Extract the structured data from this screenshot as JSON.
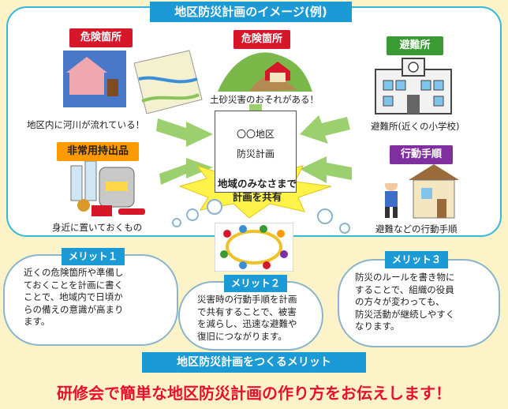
{
  "title": "地区防災計画のイメージ(例)",
  "center_doc": {
    "line1": "〇〇地区",
    "line2": "防災計画"
  },
  "share_banner": {
    "line1": "地域のみなさまで",
    "line2": "計画を共有"
  },
  "items": {
    "river": {
      "tag": "危険箇所",
      "caption": "地区内に河川が流れている！"
    },
    "landslide": {
      "tag": "危険箇所",
      "caption": "土砂災害のおそれがある！"
    },
    "shelter": {
      "tag": "避難所",
      "caption": "避難所(近くの小学校)"
    },
    "emergency": {
      "tag": "非常用持出品",
      "caption": "身近に置いておくもの"
    },
    "action": {
      "tag": "行動手順",
      "caption": "避難などの行動手順"
    }
  },
  "merits": [
    {
      "label": "メリット１",
      "lines": [
        "近くの危険箇所や準備し",
        "ておくことを計画に書く",
        "ことで、地域内で日頃か",
        "らの備えの意識が高まり",
        "ます。"
      ]
    },
    {
      "label": "メリット２",
      "lines": [
        "災害時の行動手順を計画",
        "で共有することで、被害",
        "を減らし、迅速な避難や",
        "復旧につながります。"
      ]
    },
    {
      "label": "メリット３",
      "lines": [
        "防災のルールを書き物に",
        "することで、組織の役員",
        "の方々が変わっても、",
        "防災活動が継続しやすく",
        "なります。"
      ]
    }
  ],
  "bottom_banner": "地区防災計画をつくるメリット",
  "footer": "研修会で簡単な地区防災計画の作り方をお伝えします！",
  "colors": {
    "accent_blue": "#1b9ad6",
    "danger_red": "#d6172a",
    "shelter_green": "#3a9a34",
    "action_purple": "#7f2f9f",
    "supplies_orange": "#ff9a00",
    "arrow_green": "#9ccf6e",
    "share_yellow": "#fff34a",
    "footer_red": "#e8102d"
  }
}
